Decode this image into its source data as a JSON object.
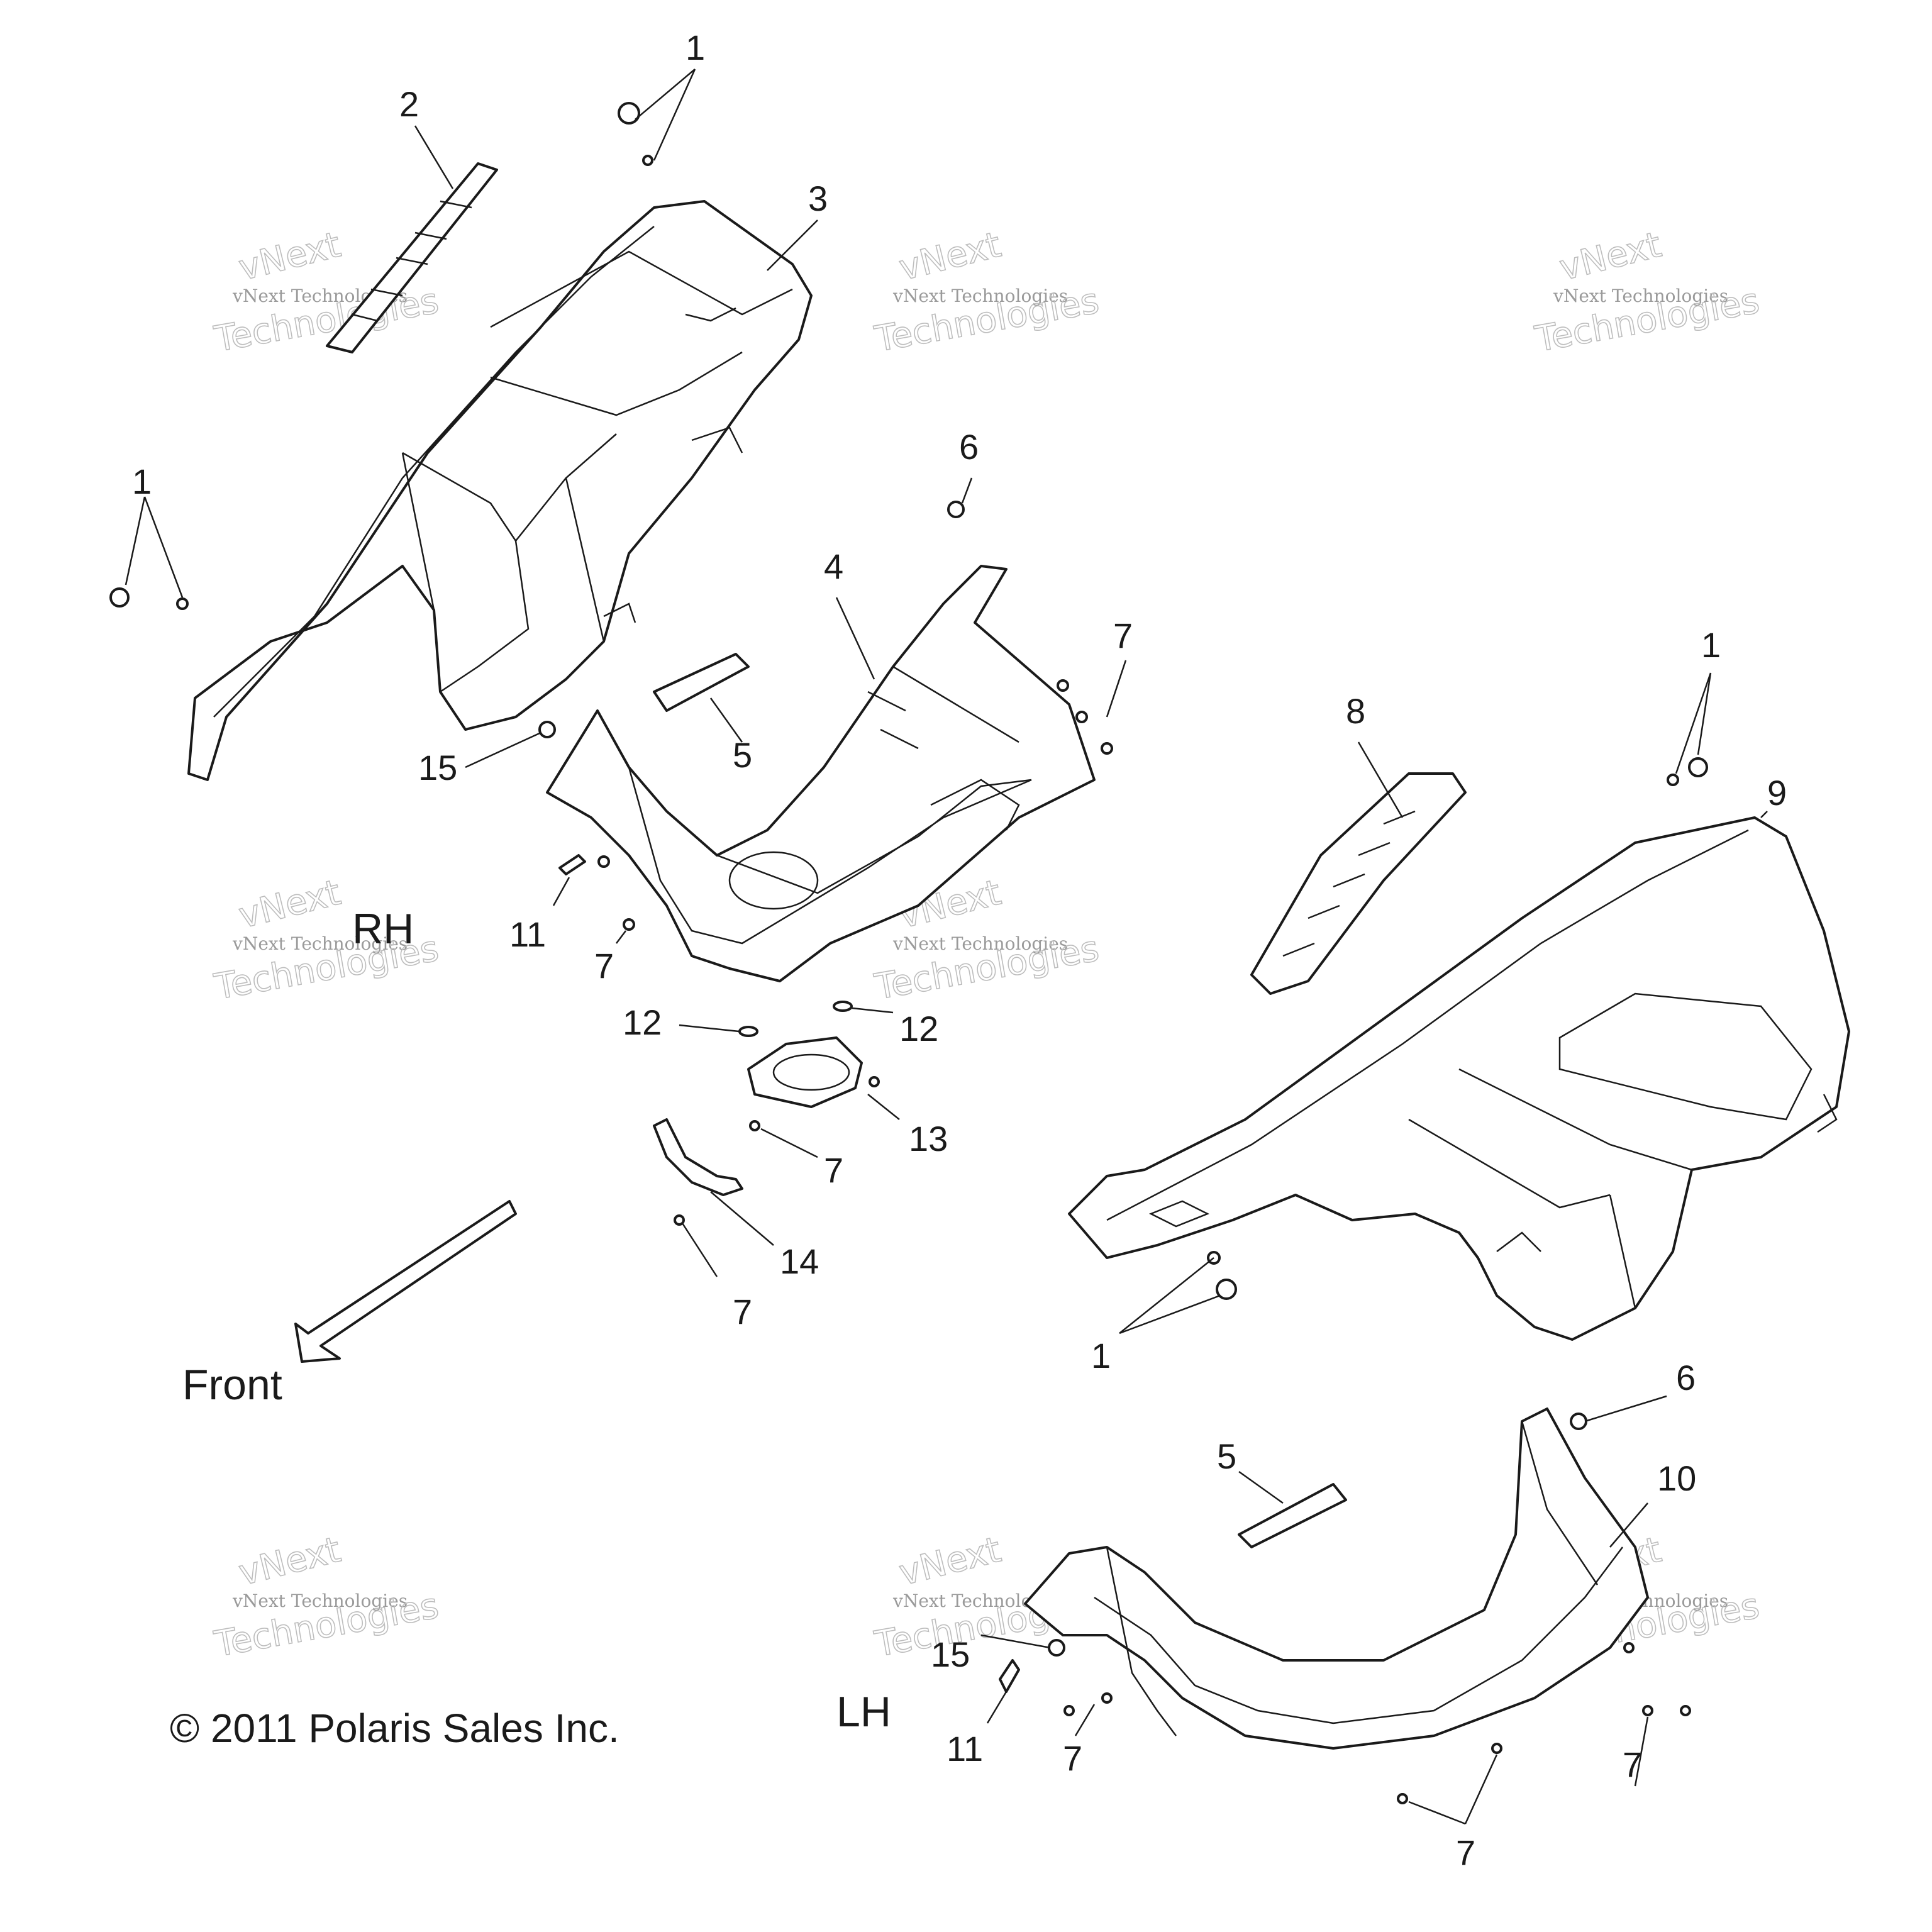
{
  "diagram": {
    "callouts": {
      "c1a": "1",
      "c2": "2",
      "c3": "3",
      "c1b": "1",
      "c6a": "6",
      "c4": "4",
      "c7a": "7",
      "c5a": "5",
      "c15a": "15",
      "c11a": "11",
      "c7b": "7",
      "c8": "8",
      "c1c": "1",
      "c9": "9",
      "c12a": "12",
      "c12b": "12",
      "c13": "13",
      "c7c": "7",
      "c14": "14",
      "c7d": "7",
      "c1d": "1",
      "c6b": "6",
      "c5b": "5",
      "c10": "10",
      "c15b": "15",
      "c11b": "11",
      "c7e": "7",
      "c7f": "7",
      "c7g": "7"
    },
    "side_labels": {
      "rh": "RH",
      "lh": "LH"
    },
    "direction_label": "Front",
    "copyright": "© 2011 Polaris Sales Inc.",
    "watermark": {
      "line1": "vNext Technologies",
      "line2": "vNext",
      "line3": "Technologies"
    }
  }
}
